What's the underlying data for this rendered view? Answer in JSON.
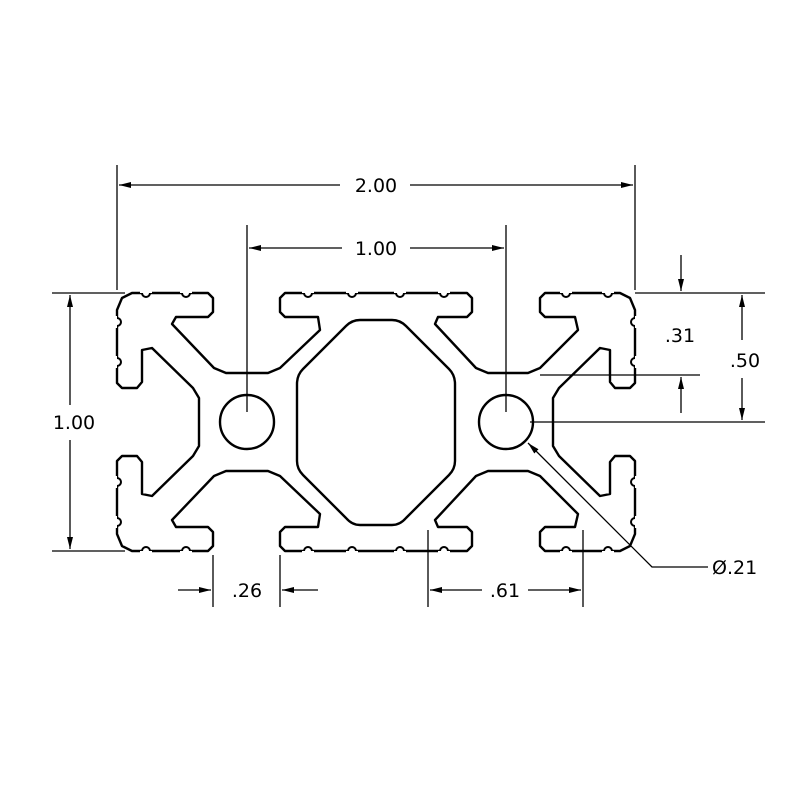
{
  "drawing": {
    "dimensions": {
      "overall_width": "2.00",
      "hole_spacing": "1.00",
      "overall_height": "1.00",
      "slot_depth": ".31",
      "half_height": ".50",
      "slot_opening": ".26",
      "slot_width_inner": ".61",
      "hole_diameter": "Ø.21"
    },
    "line_color": "#000000",
    "background": "#ffffff"
  }
}
